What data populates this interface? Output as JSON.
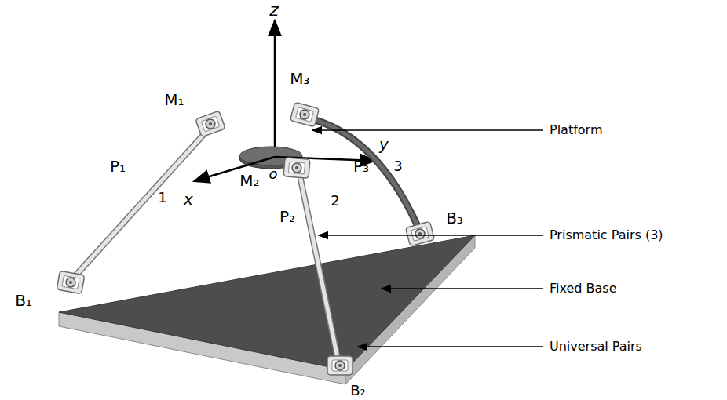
{
  "diagram": {
    "labels": [
      "z",
      "M₃",
      "M₁",
      "Platform",
      "o",
      "y",
      "x",
      "M₂",
      "P₁",
      "P₃",
      "3",
      "1",
      "B₃",
      "P₂",
      "2",
      "Prismatic Pairs (3)",
      "B₁",
      "Fixed Base",
      "Universal Pairs",
      "B₂"
    ]
  }
}
